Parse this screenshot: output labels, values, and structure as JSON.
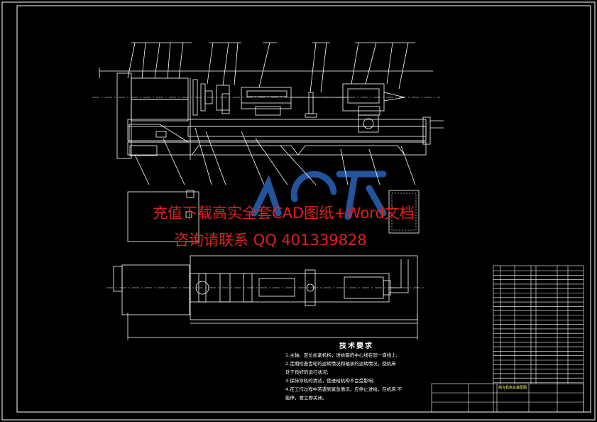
{
  "watermark": {
    "line1": "充值下载高实全套CAD图纸+Word文档",
    "line2": "咨询请联系 QQ 401339828"
  },
  "tech_requirements": {
    "title": "技术要求",
    "items": [
      "1.主轴、定位加紧机构，进给箱的中心线在同一直线上;",
      "2.定期检查齿轮的运转情况和轴承的运转情况，使机床",
      "处于良好的运行状况;",
      "3.保持导轨的清洁，使进给机构不会受影响;",
      "4.在工作过程中若遇到紧急情况，应停止进给，在机床  不",
      "能停，要立即关闭。"
    ]
  },
  "title_block": {
    "drawing_title": "组合机床总装配图"
  },
  "colors": {
    "background": "#000000",
    "lines": "#ffffff",
    "watermark": "#e0201c",
    "logo": "#2a63b8",
    "title_block_text": "#ffff66"
  }
}
